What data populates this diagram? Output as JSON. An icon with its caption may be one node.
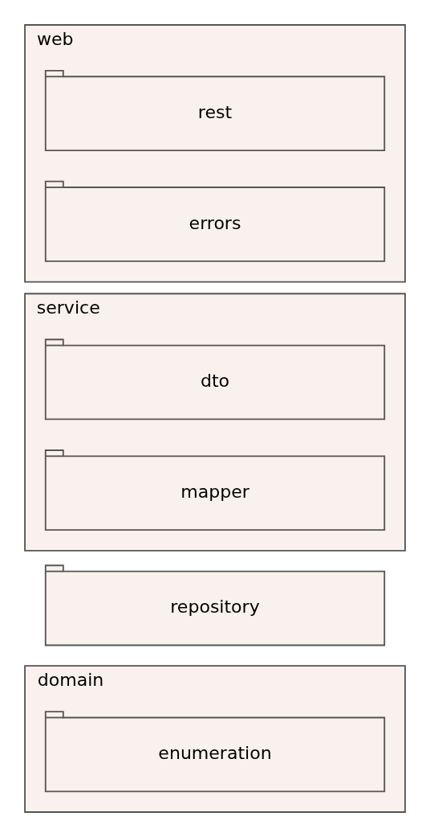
{
  "diagram": {
    "nodes": [
      {
        "text": [
          "domain"
        ]
      },
      {
        "text": [
          "enumeration"
        ],
        "in": 0
      },
      {
        "text": [
          "repository"
        ]
      },
      {
        "text": [
          "service"
        ]
      },
      {
        "text": [
          "dto"
        ],
        "in": 3
      },
      {
        "text": [
          "mapper"
        ],
        "in": 3
      },
      {
        "text": [
          "web"
        ]
      },
      {
        "text": [
          "rest"
        ],
        "in": 6
      },
      {
        "text": [
          "errors"
        ],
        "in": 6
      }
    ]
  }
}
